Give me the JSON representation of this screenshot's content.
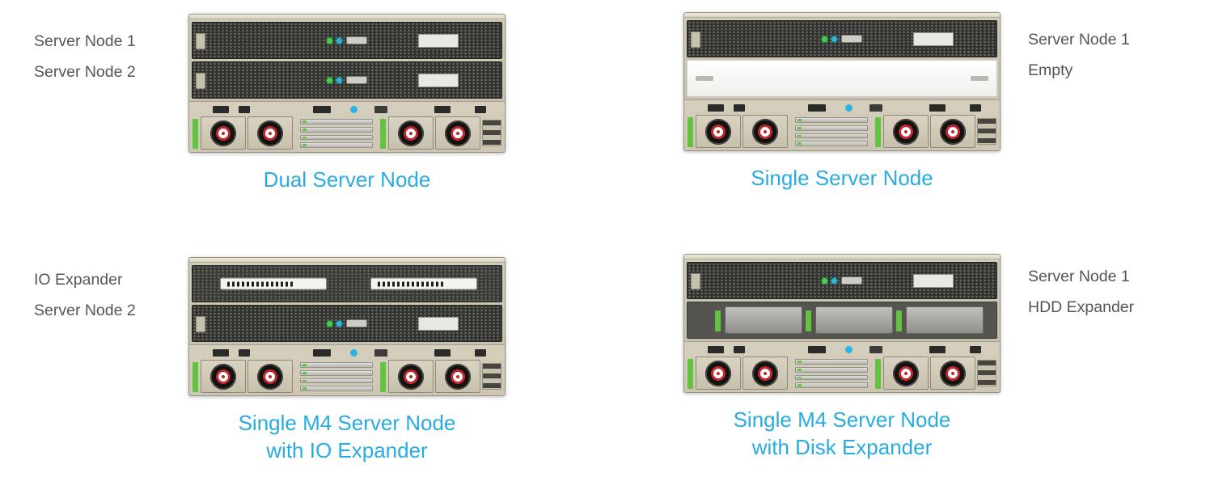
{
  "figure": {
    "type": "server-node-configuration-diagram",
    "colors": {
      "caption": "#29abe2",
      "side_label": "#55565a",
      "release_tab_green": "#62c341",
      "chassis": "#d9d3c1"
    }
  },
  "panels": [
    {
      "name": "dual-server-node",
      "side": "left",
      "side_labels": [
        "Server Node 1",
        "Server Node 2"
      ],
      "caption": [
        "Dual Server Node"
      ]
    },
    {
      "name": "single-server-node",
      "side": "right",
      "side_labels": [
        "Server Node 1",
        "Empty"
      ],
      "caption": [
        "Single Server Node"
      ]
    },
    {
      "name": "single-m4-server-node-with-io-expander",
      "side": "left",
      "side_labels": [
        "IO Expander",
        "Server Node 2"
      ],
      "caption": [
        "Single M4 Server Node",
        "with IO Expander"
      ]
    },
    {
      "name": "single-m4-server-node-with-disk-expander",
      "side": "right",
      "side_labels": [
        "Server Node 1",
        "HDD Expander"
      ],
      "caption": [
        "Single M4 Server Node",
        "with Disk Expander"
      ]
    }
  ]
}
